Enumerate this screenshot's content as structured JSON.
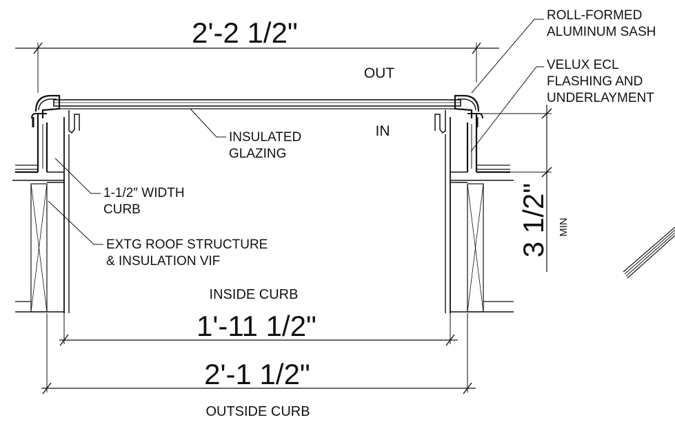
{
  "dimensions": {
    "overall": "2'-2 1/2\"",
    "inside_curb": "1'-11 1/2\"",
    "outside_curb": "2'-1 1/2\"",
    "curb_height": "3 1/2\"",
    "curb_height_note": "MIN"
  },
  "labels": {
    "out": "OUT",
    "in": "IN",
    "inside_curb": "INSIDE CURB",
    "outside_curb": "OUTSIDE CURB"
  },
  "callouts": {
    "sash": [
      "ROLL-FORMED",
      "ALUMINUM SASH"
    ],
    "flashing": [
      "VELUX ECL",
      "FLASHING AND",
      "UNDERLAYMENT"
    ],
    "glazing": [
      "INSULATED",
      "GLAZING"
    ],
    "curb": [
      "1-1/2″ WIDTH",
      "CURB"
    ],
    "roof": [
      "EXTG ROOF STRUCTURE",
      "& INSULATION VIF"
    ]
  }
}
